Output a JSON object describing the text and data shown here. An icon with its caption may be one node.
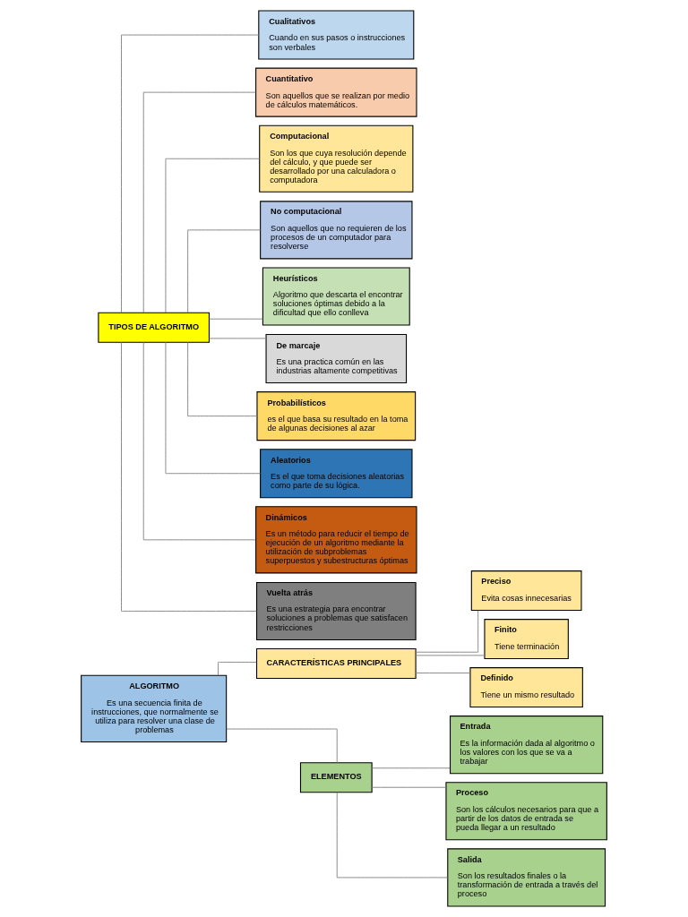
{
  "diagram": {
    "nodes": [
      {
        "text": [
          "ALGORITMO",
          "Es una secuencia finita de instrucciones, que normalmente se utiliza para resolver una clase de problemas"
        ]
      },
      {
        "text": [
          "CARACTERÍSTICAS PRINCIPALES"
        ]
      },
      {
        "text": [
          "Preciso",
          "Evita cosas innecesarias"
        ]
      },
      {
        "text": [
          "Finito",
          "Tiene terminación"
        ]
      },
      {
        "text": [
          "Definido",
          "Tiene un mismo resultado"
        ]
      },
      {
        "text": [
          "ELEMENTOS"
        ]
      },
      {
        "text": [
          "Entrada",
          "Es la información dada al algoritmo o los valores con los que se va a trabajar"
        ]
      },
      {
        "text": [
          "Proceso",
          "Son los cálculos necesarios para que a partir de los datos de entrada se pueda llegar a un resultado"
        ]
      },
      {
        "text": [
          "Salida",
          "Son los resultados finales o la transformación de entrada a través del proceso"
        ]
      },
      {
        "text": [
          "TIPOS DE ALGORITMO"
        ]
      },
      {
        "text": [
          "Cualitativos",
          "Cuando en sus pasos o instrucciones son verbales"
        ]
      },
      {
        "text": [
          "Cuantitativo",
          "Son aquellos que se realizan por medio de cálculos matemáticos."
        ]
      },
      {
        "text": [
          "Computacional",
          "Son los que cuya resolución depende del cálculo, y que puede ser desarrollado por una calculadora o computadora"
        ]
      },
      {
        "text": [
          "No computacional",
          "Son aquellos que no requieren de los procesos de un computador para resolverse"
        ]
      },
      {
        "text": [
          "Heurísticos",
          "Algoritmo que descarta el encontrar soluciones óptimas debido a la dificultad que ello conlleva"
        ]
      },
      {
        "text": [
          "De marcaje",
          "Es una practica común en las industrias altamente competitivas"
        ]
      },
      {
        "text": [
          "Probabilísticos",
          "es el que basa su resultado en la toma de algunas decisiones al azar"
        ]
      },
      {
        "text": [
          "Aleatorios",
          "Es el que toma decisiones aleatorias como parte de su lógica."
        ]
      },
      {
        "text": [
          "Dinámicos",
          "Es un método para reducir el tiempo de ejecución de un algoritmo mediante la utilización de subproblemas superpuestos y subestructuras óptimas"
        ]
      },
      {
        "text": [
          "Vuelta atrás",
          "Es una estrategia para encontrar soluciones a problemas que satisfacen restricciones"
        ]
      }
    ],
    "edges": [
      {
        "from": 0,
        "to": 1,
        "arrow": "none"
      },
      {
        "from": 0,
        "to": 5,
        "arrow": "none"
      },
      {
        "from": 1,
        "to": 2,
        "arrow": "none"
      },
      {
        "from": 1,
        "to": 3,
        "arrow": "none"
      },
      {
        "from": 1,
        "to": 4,
        "arrow": "none"
      },
      {
        "from": 5,
        "to": 6,
        "arrow": "none"
      },
      {
        "from": 5,
        "to": 7,
        "arrow": "none"
      },
      {
        "from": 5,
        "to": 8,
        "arrow": "none"
      },
      {
        "from": 9,
        "to": 10,
        "arrow": "none"
      },
      {
        "from": 9,
        "to": 11,
        "arrow": "none"
      },
      {
        "from": 9,
        "to": 12,
        "arrow": "none"
      },
      {
        "from": 9,
        "to": 13,
        "arrow": "none"
      },
      {
        "from": 9,
        "to": 14,
        "arrow": "none"
      },
      {
        "from": 9,
        "to": 15,
        "arrow": "none"
      },
      {
        "from": 9,
        "to": 16,
        "arrow": "none"
      },
      {
        "from": 9,
        "to": 17,
        "arrow": "none"
      },
      {
        "from": 9,
        "to": 18,
        "arrow": "none"
      },
      {
        "from": 9,
        "to": 19,
        "arrow": "none"
      }
    ]
  }
}
